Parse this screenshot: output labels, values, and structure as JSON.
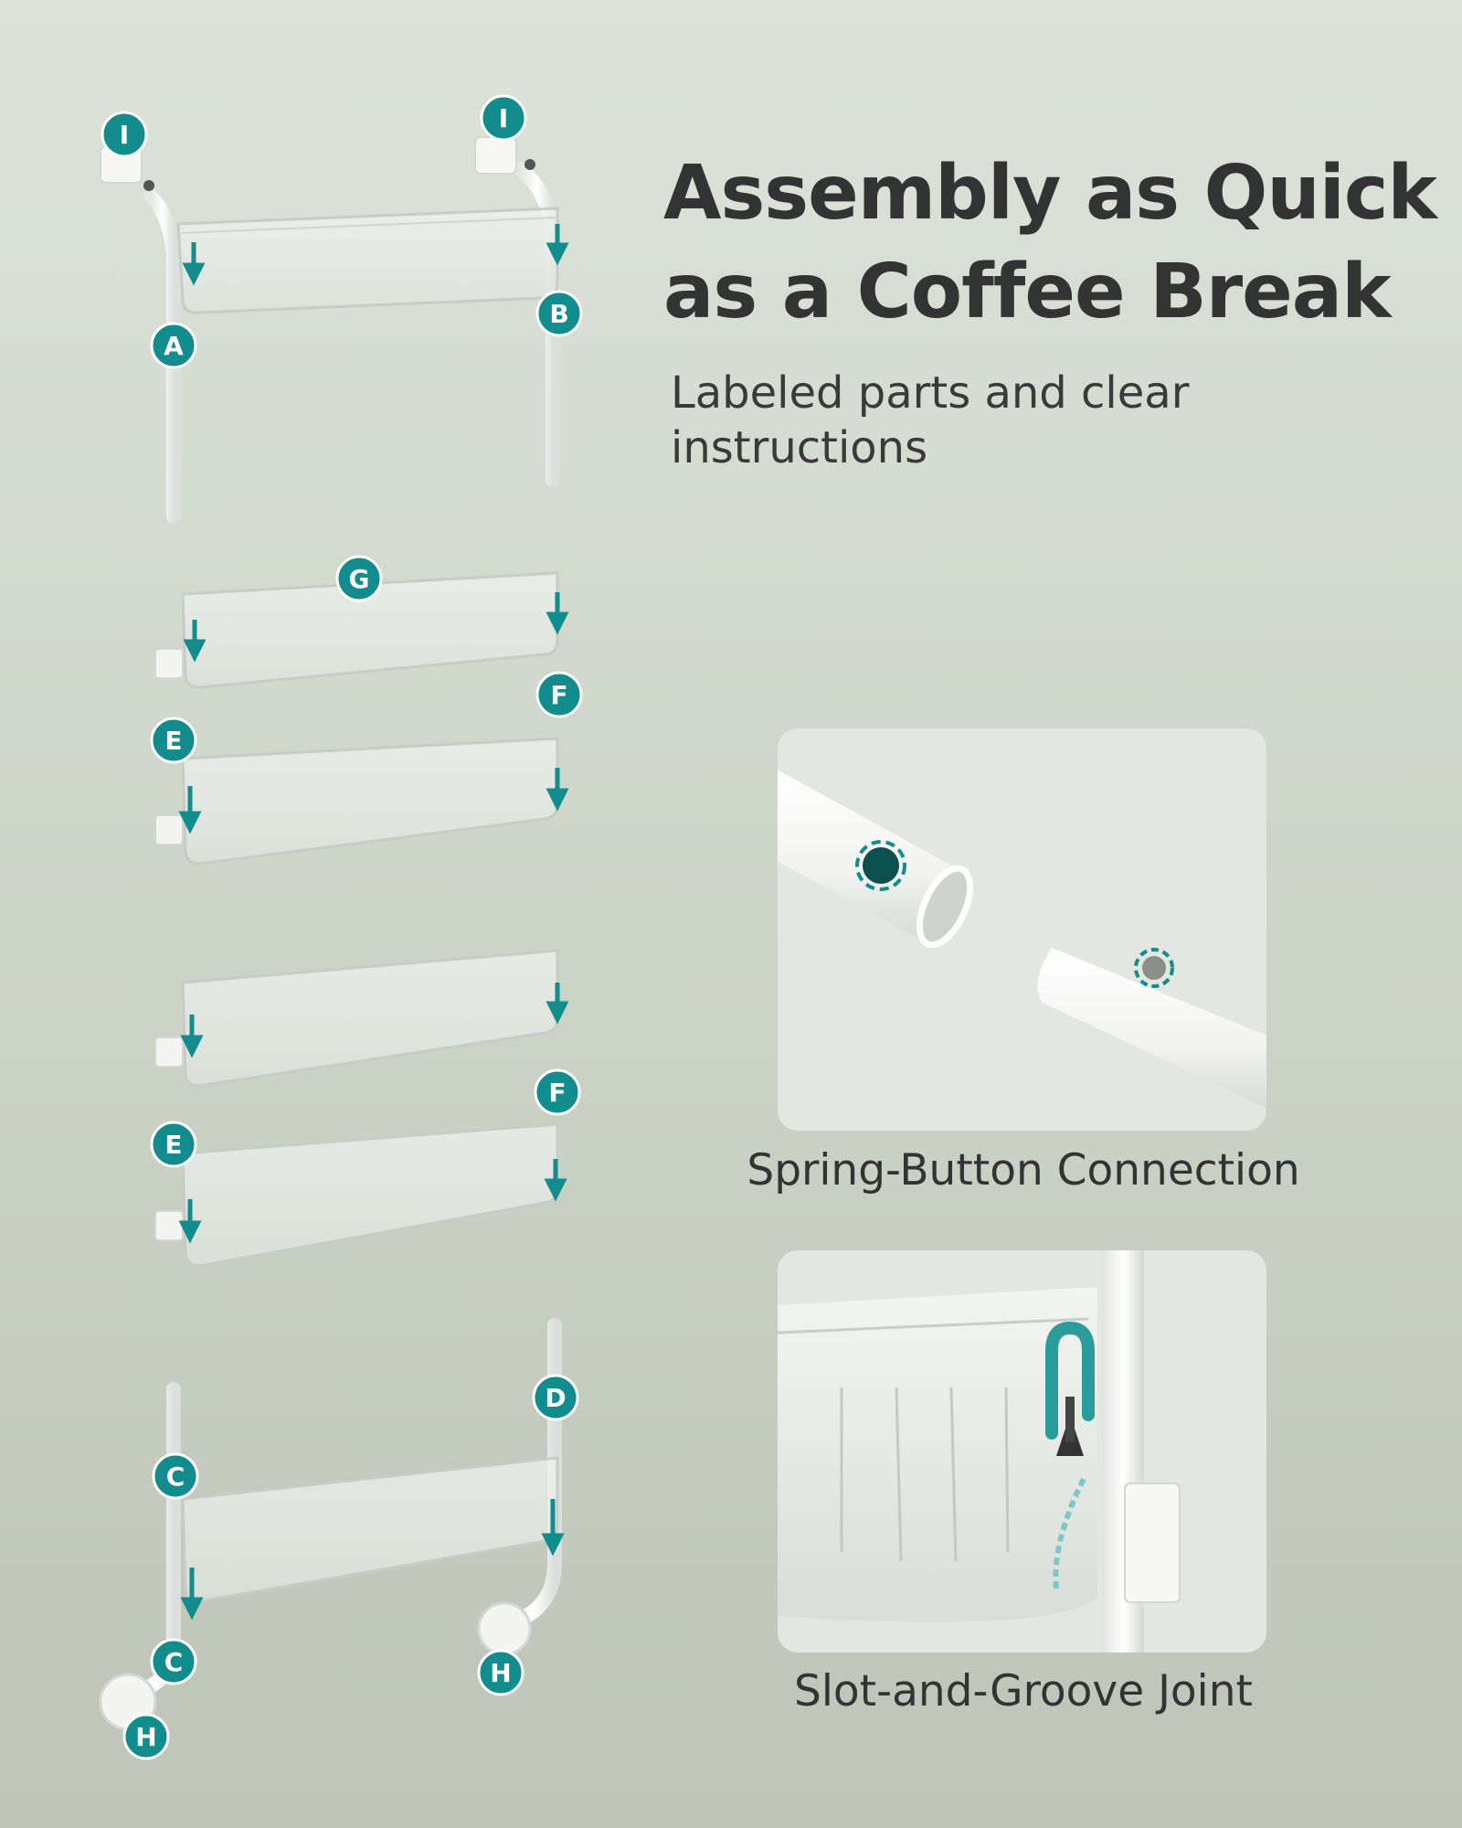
{
  "headline": {
    "line1": "Assembly as Quick",
    "line2": "as a Coffee Break"
  },
  "subtitle": {
    "line1": "Labeled parts and clear",
    "line2": "instructions"
  },
  "details": [
    {
      "caption": "Spring-Button Connection"
    },
    {
      "caption": "Slot-and-Groove Joint"
    }
  ],
  "part_labels": [
    "I",
    "I",
    "A",
    "B",
    "G",
    "F",
    "E",
    "F",
    "E",
    "D",
    "C",
    "C",
    "H",
    "H"
  ],
  "colors": {
    "accent": "#128c8c",
    "background_top": "#dde3d9",
    "background_bottom": "#bec4b8",
    "pole": "#ffffff",
    "basket": "#e8ece8"
  }
}
